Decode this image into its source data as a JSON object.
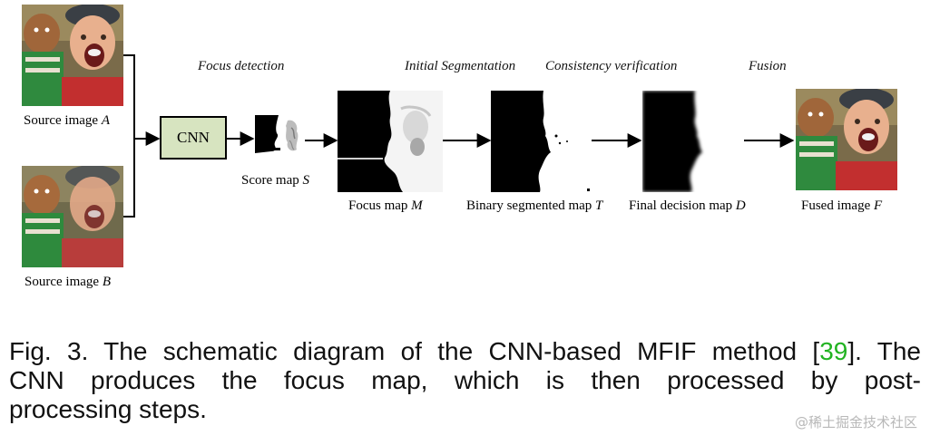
{
  "stages": {
    "focus_detection": "Focus detection",
    "initial_segmentation": "Initial Segmentation",
    "consistency_verification": "Consistency verification",
    "fusion": "Fusion"
  },
  "nodes": {
    "cnn": "CNN",
    "source_a": {
      "text": "Source image ",
      "symbol": "A"
    },
    "source_b": {
      "text": "Source image ",
      "symbol": "B"
    },
    "score_map": {
      "text": "Score map ",
      "symbol": "S"
    },
    "focus_map": {
      "text": "Focus map ",
      "symbol": "M"
    },
    "binary_map": {
      "text": "Binary segmented map ",
      "symbol": "T"
    },
    "decision_map": {
      "text": "Final decision map ",
      "symbol": "D"
    },
    "fused_image": {
      "text": "Fused image ",
      "symbol": "F"
    }
  },
  "caption": {
    "line1_pre": "Fig. 3. The schematic diagram of the CNN-based MFIF method [",
    "citation": "39",
    "line1_post": "]. The",
    "line2": "CNN produces the focus map, which is then processed by post-",
    "line3": "processing steps."
  },
  "watermark": "@稀土掘金技术社区",
  "colors": {
    "cnn_box": "#d7e4c0",
    "citation": "#22b322"
  }
}
